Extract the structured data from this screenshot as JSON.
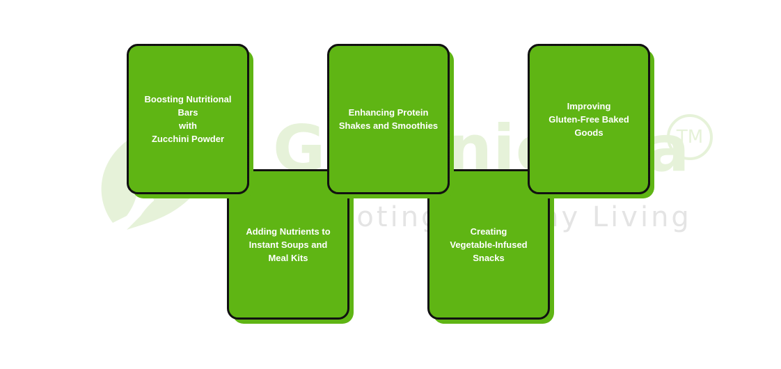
{
  "watermark": {
    "brand": "Greenjeeva",
    "tagline": "Promoting Healthy Living",
    "tm": "TM",
    "color": "#e6f2d9"
  },
  "colors": {
    "card_fill": "#5fb514",
    "outline": "#111111",
    "text": "#ffffff"
  },
  "cards": [
    {
      "label": "Boosting Nutritional Bars\nwith\nZucchini Powder"
    },
    {
      "label": "Adding Nutrients to\nInstant Soups and\nMeal Kits"
    },
    {
      "label": "Enhancing Protein\nShakes and Smoothies"
    },
    {
      "label": "Creating\nVegetable-Infused\nSnacks"
    },
    {
      "label": "Improving\nGluten-Free Baked\nGoods"
    }
  ]
}
